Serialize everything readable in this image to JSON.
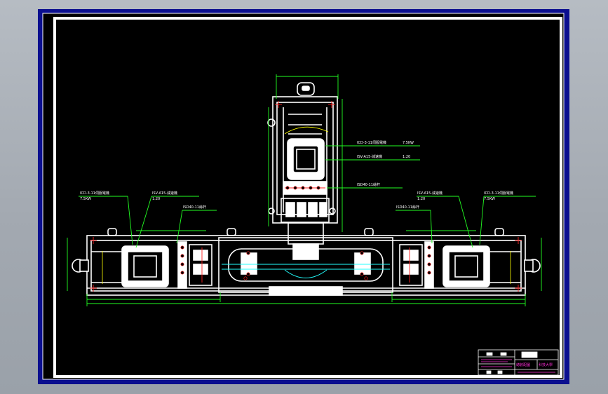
{
  "drawing": {
    "callouts": {
      "top_motor": "ICD-3-11伺服電機",
      "top_motor_sub": "7.5KW",
      "top_reducer": "ISV-A15-減速機",
      "top_reducer_sub": "1:20",
      "top_screw": "ISD40-11絲杆",
      "left_motor": "ICD-3-11伺服電機",
      "left_motor_sub": "7.5KW",
      "left_reducer": "ISV-A15-減速機",
      "left_reducer_sub": "1:20",
      "left_screw": "ISD40-11絲杆",
      "right_motor": "ICD-3-11伺服電機",
      "right_motor_sub": "7.5KW",
      "right_reducer": "ISV-A15-減速機",
      "right_reducer_sub": "1:20",
      "right_screw": "ISD40-11絲杆"
    },
    "title_block": {
      "drawing_title": "總裝配圖",
      "company": "科技大學"
    },
    "colors": {
      "background": "#000000",
      "geometry": "#ffffff",
      "dimension": "#22ff22",
      "center_mark": "#ff2020",
      "centerline": "#22ffff",
      "accent": "#ffff00",
      "title_block": "#ff2ed8"
    }
  }
}
